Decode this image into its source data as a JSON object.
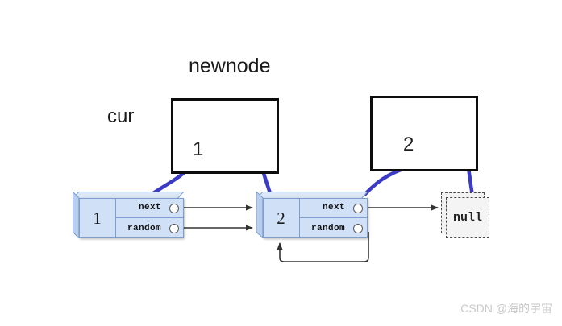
{
  "diagram": {
    "title_labels": {
      "newnode": "newnode",
      "cur": "cur"
    },
    "value_boxes": [
      {
        "id": "box-1",
        "value": "1"
      },
      {
        "id": "box-2",
        "value": "2"
      }
    ],
    "nodes": [
      {
        "id": "node-1",
        "data": "1",
        "fields": [
          {
            "name": "next",
            "target": "node-2"
          },
          {
            "name": "random",
            "target": "node-2"
          }
        ]
      },
      {
        "id": "node-2",
        "data": "2",
        "fields": [
          {
            "name": "next",
            "target": "null"
          },
          {
            "name": "random",
            "target": "node-2"
          }
        ]
      }
    ],
    "terminator": {
      "label": "null"
    },
    "colors": {
      "node_fill": "#cfe0f7",
      "node_border": "#7c9ed1",
      "node_bevel_top": "#dce8fa",
      "node_bevel_side": "#b9cfee",
      "arrow": "#333333",
      "annotation_curve": "#3b3bc4",
      "box_border": "#0d0d0d",
      "null_fill": "#f2f2f2",
      "watermark": "#c9c9c9"
    }
  },
  "watermark": {
    "text": "CSDN @海的宇宙"
  }
}
